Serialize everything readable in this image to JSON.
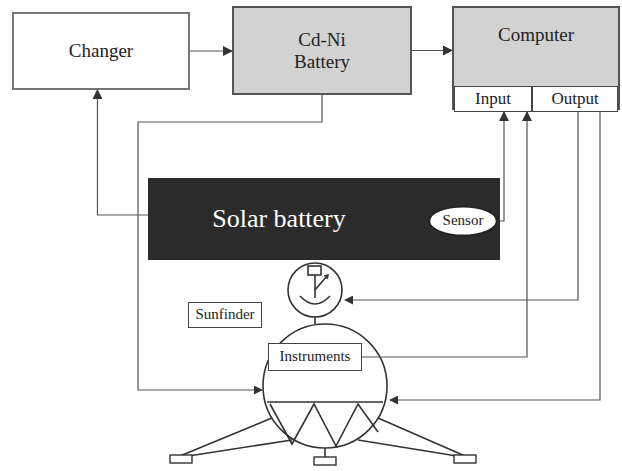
{
  "diagram": {
    "nodes": [
      {
        "text": [
          "Changer"
        ]
      },
      {
        "text": [
          "Cd-Ni Battery"
        ]
      },
      {
        "text": [
          "Computer"
        ]
      },
      {
        "text": [
          "Input"
        ],
        "in": 2
      },
      {
        "text": [
          "Output"
        ],
        "in": 2
      },
      {
        "text": [
          "Solar battery"
        ]
      },
      {
        "text": [
          "Sensor"
        ],
        "in": 5
      },
      {
        "text": [
          "Sunfinder"
        ]
      },
      {
        "text": [
          "Instruments"
        ]
      }
    ],
    "edges": [
      {
        "from": 0,
        "to": 1,
        "arrow": "to"
      },
      {
        "from": 1,
        "to": 2,
        "arrow": "to"
      },
      {
        "from": 5,
        "to": 0,
        "arrow": "to"
      },
      {
        "from": 6,
        "to": 3,
        "arrow": "to"
      },
      {
        "from": 8,
        "to": 3,
        "arrow": "to"
      }
    ]
  }
}
